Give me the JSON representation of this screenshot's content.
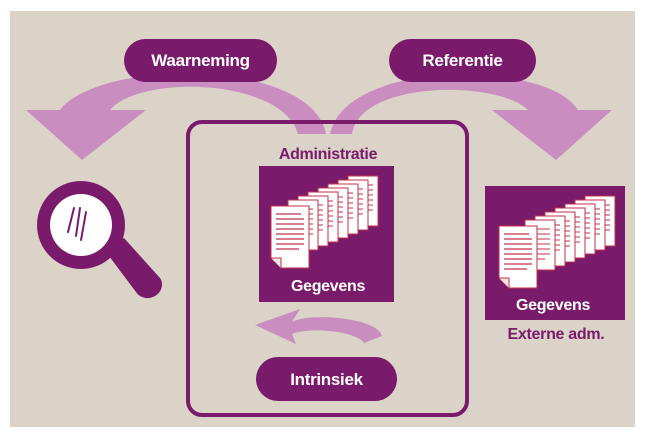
{
  "colors": {
    "background": "#dbd2c8",
    "frame": "#ffffff",
    "purple": "#7a1a6b",
    "arrow": "#c98dc0",
    "paper_line": "#c0304a",
    "white": "#ffffff"
  },
  "labels": {
    "waarneming": "Waarneming",
    "referentie": "Referentie",
    "administratie": "Administratie",
    "gegevens_internal": "Gegevens",
    "gegevens_external": "Gegevens",
    "externe_adm": "Externe adm.",
    "intrinsiek": "Intrinsiek"
  },
  "icons": {
    "magnifier": "magnifying-glass-icon",
    "documents": "document-stack-icon",
    "arrows": "curved-arrow-icon"
  }
}
